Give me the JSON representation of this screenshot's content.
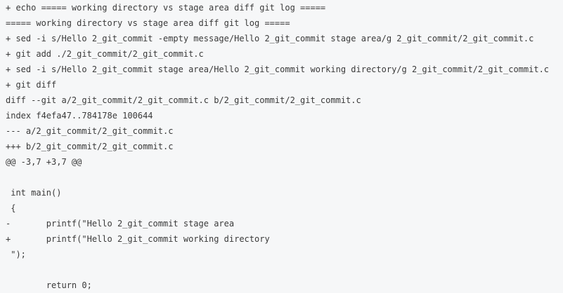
{
  "terminal": {
    "lines": [
      "+ echo ===== working directory vs stage area diff git log =====",
      "===== working directory vs stage area diff git log =====",
      "+ sed -i s/Hello 2_git_commit -empty message/Hello 2_git_commit stage area/g 2_git_commit/2_git_commit.c",
      "+ git add ./2_git_commit/2_git_commit.c",
      "+ sed -i s/Hello 2_git_commit stage area/Hello 2_git_commit working directory/g 2_git_commit/2_git_commit.c",
      "+ git diff",
      "diff --git a/2_git_commit/2_git_commit.c b/2_git_commit/2_git_commit.c",
      "index f4efa47..784178e 100644",
      "--- a/2_git_commit/2_git_commit.c",
      "+++ b/2_git_commit/2_git_commit.c",
      "@@ -3,7 +3,7 @@",
      "",
      " int main()",
      " {",
      "-       printf(\"Hello 2_git_commit stage area",
      "+       printf(\"Hello 2_git_commit working directory",
      " \");",
      "",
      "        return 0;"
    ]
  }
}
